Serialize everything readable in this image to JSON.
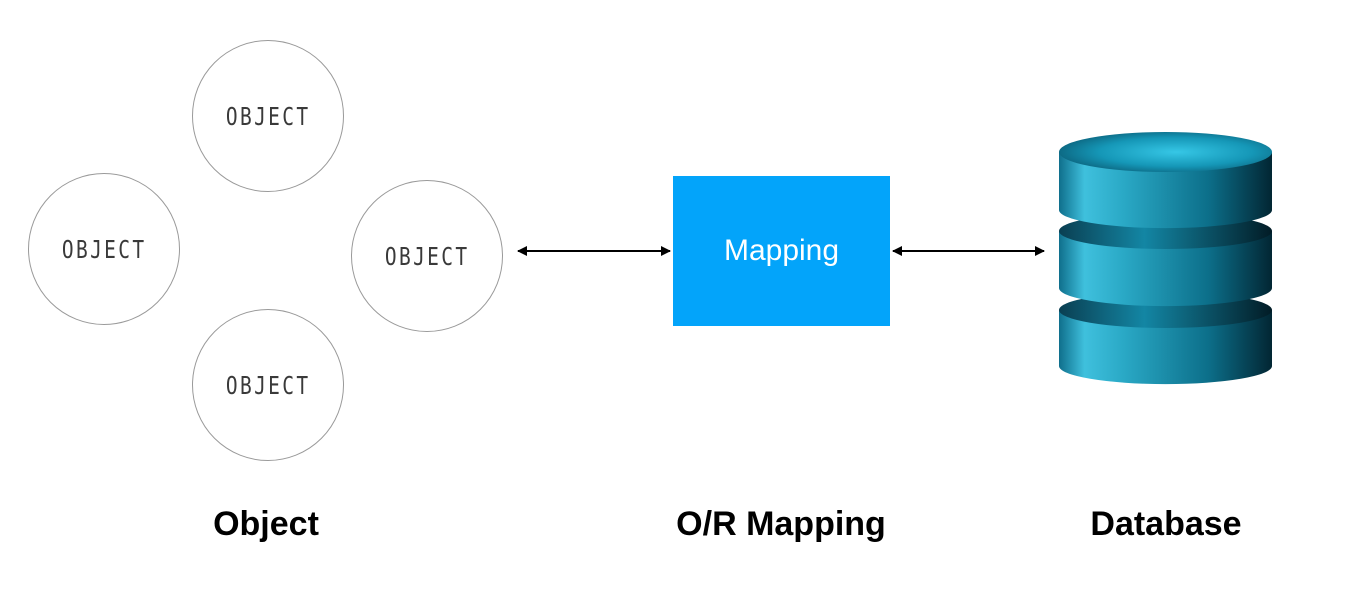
{
  "objects": {
    "top": "OBJECT",
    "left": "OBJECT",
    "right": "OBJECT",
    "bottom": "OBJECT"
  },
  "mapping_box": {
    "label": "Mapping",
    "color": "#03a4fa"
  },
  "database": {
    "color": "#1aa5c4",
    "icon": "database-cylinder-icon"
  },
  "captions": {
    "object": "Object",
    "or_mapping": "O/R Mapping",
    "database": "Database"
  }
}
